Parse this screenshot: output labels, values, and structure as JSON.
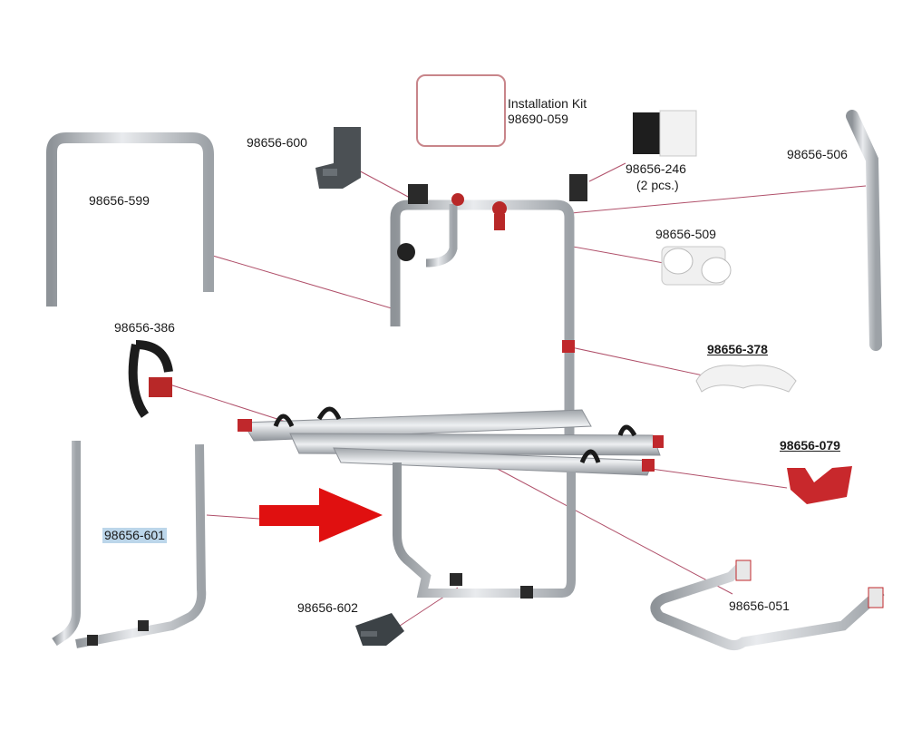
{
  "diagram": {
    "installation_kit": {
      "title": "Installation Kit",
      "part_number": "98690-059"
    },
    "parts": [
      {
        "id": "p600",
        "label": "98656-600"
      },
      {
        "id": "p246",
        "label": "98656-246",
        "sublabel": "(2 pcs.)"
      },
      {
        "id": "p506",
        "label": "98656-506"
      },
      {
        "id": "p599",
        "label": "98656-599"
      },
      {
        "id": "p509",
        "label": "98656-509"
      },
      {
        "id": "p386",
        "label": "98656-386"
      },
      {
        "id": "p378",
        "label": "98656-378"
      },
      {
        "id": "p079",
        "label": "98656-079"
      },
      {
        "id": "p601",
        "label": "98656-601"
      },
      {
        "id": "p602",
        "label": "98656-602"
      },
      {
        "id": "p051",
        "label": "98656-051"
      }
    ],
    "colors": {
      "leader_line": "#b0506a",
      "highlight_arrow": "#e01010",
      "aluminium": "#c9ccd0",
      "accent_red": "#c0282c",
      "label_highlight": "#bcd6ea"
    }
  }
}
